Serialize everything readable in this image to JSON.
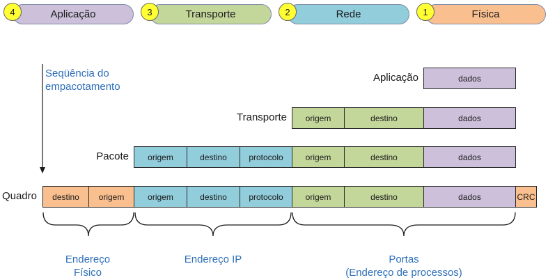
{
  "layers": [
    {
      "number": "4",
      "name": "Aplicação"
    },
    {
      "number": "3",
      "name": "Transporte"
    },
    {
      "number": "2",
      "name": "Rede"
    },
    {
      "number": "1",
      "name": "Física"
    }
  ],
  "sequence_label": {
    "line1": "Seqüência do",
    "line2": "empacotamento"
  },
  "rows": {
    "aplicacao": {
      "label": "Aplicação",
      "cells": [
        "dados"
      ]
    },
    "transporte": {
      "label": "Transporte",
      "cells": [
        "origem",
        "destino",
        "dados"
      ]
    },
    "pacote": {
      "label": "Pacote",
      "cells": [
        "origem",
        "destino",
        "protocolo",
        "origem",
        "destino",
        "dados"
      ]
    },
    "quadro": {
      "label": "Quadro",
      "cells": [
        "destino",
        "origem",
        "origem",
        "destino",
        "protocolo",
        "origem",
        "destino",
        "dados",
        "CRC"
      ]
    }
  },
  "groups": {
    "fisico": {
      "line1": "Endereço",
      "line2": "Físico"
    },
    "ip": {
      "line1": "Endereço IP"
    },
    "portas": {
      "line1": "Portas",
      "line2": "(Endereço de processos)"
    }
  },
  "colors": {
    "application": "#ccc0da",
    "transport": "#c4d79b",
    "network": "#92cddc",
    "physical": "#fabf8f",
    "badge": "#ffff33",
    "blue_text": "#2e6fb8"
  }
}
